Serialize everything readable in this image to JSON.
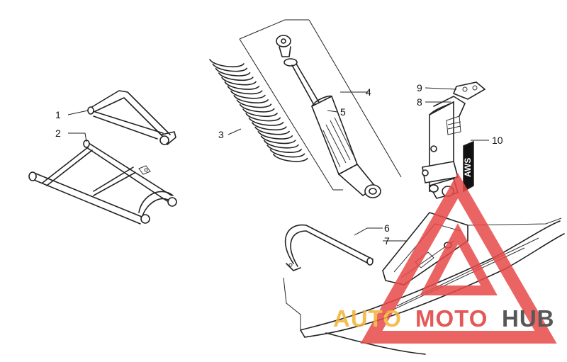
{
  "callouts": [
    {
      "id": "1",
      "label": "1"
    },
    {
      "id": "2",
      "label": "2"
    },
    {
      "id": "3",
      "label": "3"
    },
    {
      "id": "4",
      "label": "4"
    },
    {
      "id": "5",
      "label": "5"
    },
    {
      "id": "6",
      "label": "6"
    },
    {
      "id": "7",
      "label": "7"
    },
    {
      "id": "8",
      "label": "8"
    },
    {
      "id": "9",
      "label": "9"
    },
    {
      "id": "10",
      "label": "10"
    }
  ],
  "decal_text": "AWS",
  "watermark": {
    "part1": "AUTO",
    "part2": "MOTO",
    "part3": "HUB",
    "color_orange": "#f2b233",
    "color_red": "#e03b3b",
    "color_dark": "#3a3a3a",
    "triangle_color": "#e84a4a"
  }
}
